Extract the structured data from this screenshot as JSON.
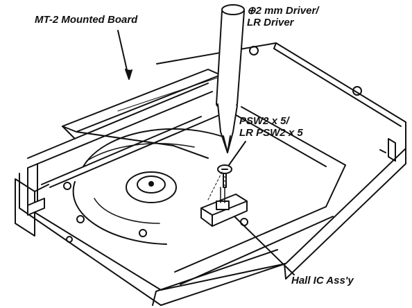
{
  "labels": {
    "board": "MT-2 Mounted Board",
    "driver": [
      "⊕2 mm Driver/",
      "LR Driver"
    ],
    "screw": [
      "PSW2 x 5/",
      "LR PSW2 x 5"
    ],
    "hall_ic": "Hall IC Ass'y"
  },
  "colors": {
    "ink": "#111111",
    "background": "#ffffff",
    "disc_surface": "#f2f2f2"
  }
}
